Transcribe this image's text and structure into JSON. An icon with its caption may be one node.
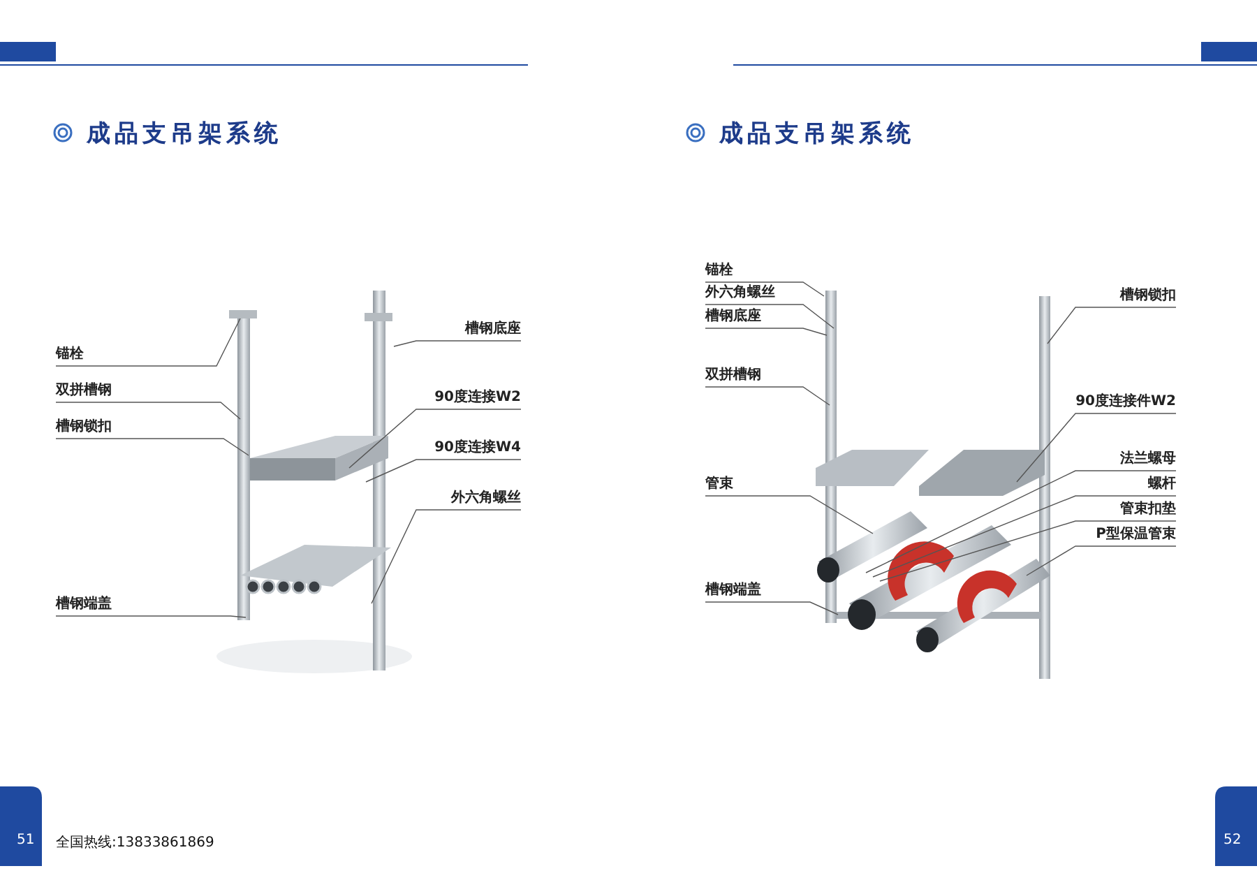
{
  "diagram": {
    "nodes": [
      {
        "text": [
          "锚栓"
        ]
      },
      {
        "text": [
          "双拼槽钢"
        ]
      },
      {
        "text": [
          "槽钢锁扣"
        ]
      },
      {
        "text": [
          "槽钢端盖"
        ]
      },
      {
        "text": [
          "槽钢底座"
        ]
      },
      {
        "text": [
          "90度连接W2"
        ]
      },
      {
        "text": [
          "90度连接W4"
        ]
      },
      {
        "text": [
          "外六角螺丝"
        ]
      },
      {
        "text": [
          "锚栓"
        ]
      },
      {
        "text": [
          "外六角螺丝"
        ]
      },
      {
        "text": [
          "槽钢底座"
        ]
      },
      {
        "text": [
          "双拼槽钢"
        ]
      },
      {
        "text": [
          "管束"
        ]
      },
      {
        "text": [
          "槽钢端盖"
        ]
      },
      {
        "text": [
          "槽钢锁扣"
        ]
      },
      {
        "text": [
          "90度连接件W2"
        ]
      },
      {
        "text": [
          "法兰螺母"
        ]
      },
      {
        "text": [
          "螺杆"
        ]
      },
      {
        "text": [
          "管束扣垫"
        ]
      },
      {
        "text": [
          "P型保温管束"
        ]
      },
      {
        "text": [],
        "shape": "picture"
      },
      {
        "text": [],
        "shape": "picture"
      }
    ],
    "edges": [
      {
        "from": 0,
        "to": 20,
        "arrow": "none"
      },
      {
        "from": 1,
        "to": 20,
        "arrow": "none"
      },
      {
        "from": 2,
        "to": 20,
        "arrow": "none"
      },
      {
        "from": 3,
        "to": 20,
        "arrow": "none"
      },
      {
        "from": 4,
        "to": 20,
        "arrow": "none"
      },
      {
        "from": 5,
        "to": 20,
        "arrow": "none"
      },
      {
        "from": 6,
        "to": 20,
        "arrow": "none"
      },
      {
        "from": 7,
        "to": 20,
        "arrow": "none"
      },
      {
        "from": 8,
        "to": 21,
        "arrow": "none"
      },
      {
        "from": 9,
        "to": 21,
        "arrow": "none"
      },
      {
        "from": 10,
        "to": 21,
        "arrow": "none"
      },
      {
        "from": 11,
        "to": 21,
        "arrow": "none"
      },
      {
        "from": 12,
        "to": 21,
        "arrow": "none"
      },
      {
        "from": 13,
        "to": 21,
        "arrow": "none"
      },
      {
        "from": 14,
        "to": 21,
        "arrow": "none"
      },
      {
        "from": 15,
        "to": 21,
        "arrow": "none"
      },
      {
        "from": 16,
        "to": 21,
        "arrow": "none"
      },
      {
        "from": 17,
        "to": 21,
        "arrow": "none"
      },
      {
        "from": 18,
        "to": 21,
        "arrow": "none"
      },
      {
        "from": 19,
        "to": 21,
        "arrow": "none"
      }
    ],
    "labels": [
      "成品支吊架系统",
      "成品支吊架系统",
      "51",
      "全国热线:13833861869",
      "52"
    ]
  }
}
